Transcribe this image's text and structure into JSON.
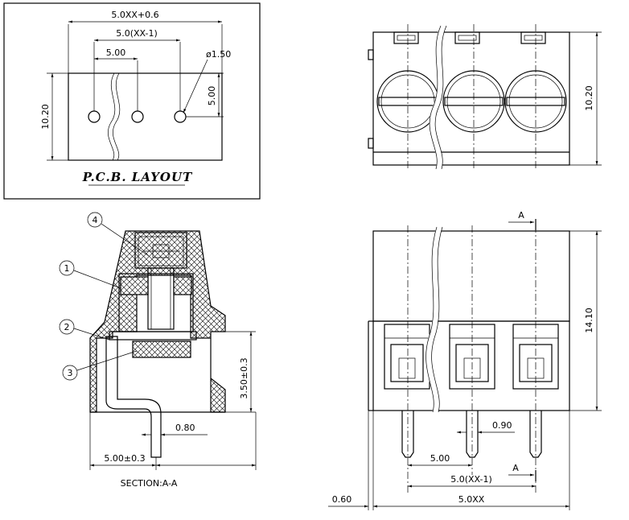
{
  "pcb_layout": {
    "title": "P.C.B. LAYOUT",
    "dim_total": "5.0XX+0.6",
    "dim_span": "5.0(XX-1)",
    "dim_pitch": "5.00",
    "dim_hole": "ø1.50",
    "dim_offset": "5.00",
    "dim_height": "10.20"
  },
  "top_view": {
    "dim_height": "10.20"
  },
  "section_view": {
    "caption": "SECTION:A-A",
    "callouts": [
      "1",
      "2",
      "3",
      "4"
    ],
    "dim_pin": "0.80",
    "dim_pin_height": "3.50±0.3",
    "dim_pitch": "5.00±0.3"
  },
  "front_view": {
    "section_mark": "A",
    "dim_height": "14.10",
    "dim_pin": "0.90",
    "dim_pitch": "5.00",
    "dim_span": "5.0(XX-1)",
    "dim_total": "5.0XX",
    "dim_offset": "0.60"
  }
}
